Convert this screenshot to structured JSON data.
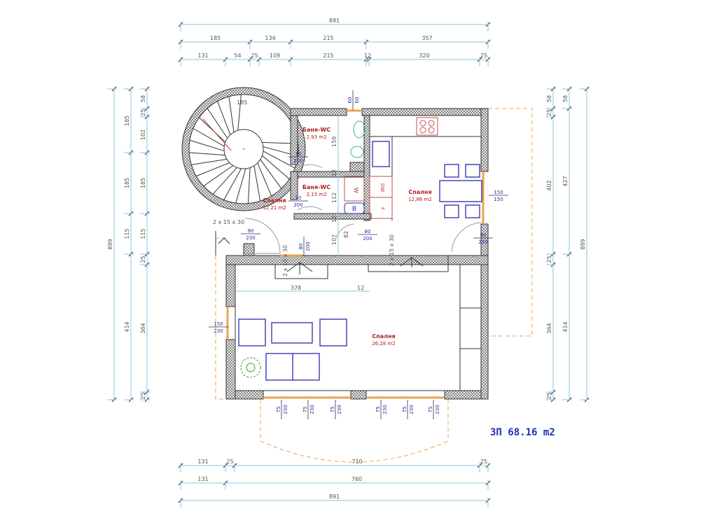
{
  "title": "ЗП 68.16 m2",
  "dimensions": {
    "top": [
      [
        "891"
      ],
      [
        "185",
        "134",
        "215",
        "357"
      ],
      [
        "131",
        "54",
        "25",
        "109",
        "215",
        "12",
        "320",
        "25"
      ]
    ],
    "left": [
      [
        "899"
      ],
      [
        "185",
        "185",
        "115",
        "414"
      ],
      [
        "58",
        "25",
        "102",
        "185",
        "115",
        "25",
        "364",
        "25"
      ]
    ],
    "right": [
      [
        "58",
        "25",
        "402",
        "25",
        "364",
        "25"
      ],
      [
        "58",
        "427",
        "414"
      ],
      [
        "899"
      ]
    ],
    "bottom": [
      [
        "131",
        "25",
        "710",
        "25"
      ],
      [
        "131",
        "760"
      ],
      [
        "891"
      ]
    ],
    "internal": {
      "bath1_height": "159",
      "bath2_height": "112",
      "wall1": "12",
      "wall2": "12",
      "hall_height": "107",
      "door_offset": "82",
      "living_width": "378",
      "living_wall": "12",
      "stair_width": "185"
    }
  },
  "rooms": [
    {
      "name": "Баня-WC",
      "area": "2,93 m2"
    },
    {
      "name": "Баня-WC",
      "area": "2,15 m2"
    },
    {
      "name": "Спалня",
      "area": "12,21 m2"
    },
    {
      "name": "Спалня",
      "area": "12,86 m2"
    },
    {
      "name": "Спалня",
      "area": "26,28 m2"
    }
  ],
  "openings": {
    "bath1_door": [
      "70",
      "200"
    ],
    "bath2_door": [
      "70",
      "200"
    ],
    "bedroom_door": [
      "90",
      "230"
    ],
    "hall_door": [
      "80",
      "200"
    ],
    "kitchen_door": [
      "90",
      "230"
    ],
    "kitchen_window": [
      "150",
      "150"
    ],
    "living_window": [
      "150",
      "230"
    ],
    "hall_opening": [
      "80",
      "200"
    ],
    "bath_window": [
      "60",
      "60"
    ],
    "front_windows": [
      [
        "75",
        "230"
      ],
      [
        "75",
        "230"
      ],
      [
        "75",
        "230"
      ],
      [
        "75",
        "230"
      ],
      [
        "75",
        "230"
      ],
      [
        "75",
        "230"
      ]
    ]
  },
  "stairs": [
    "2 x 15 x 30",
    "2 x 15 x 30",
    "2 x 15 x 30"
  ],
  "appliances": {
    "washer": "W",
    "dishwasher": "DW",
    "fridge": "F",
    "boiler": "B"
  }
}
